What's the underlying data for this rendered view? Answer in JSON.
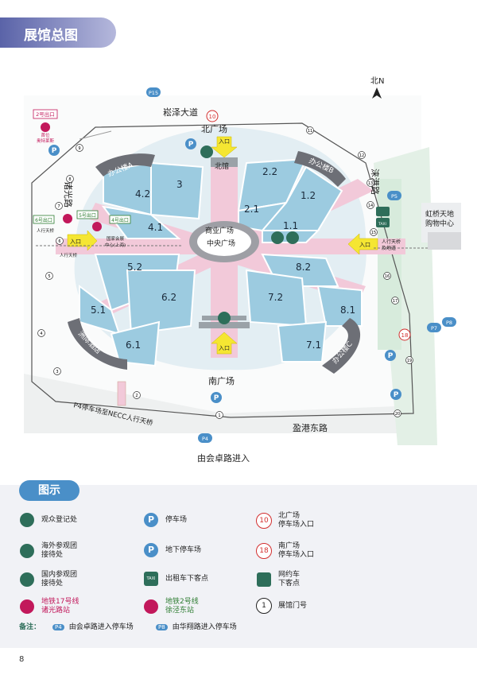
{
  "header": {
    "title": "展馆总图"
  },
  "map": {
    "north": "北N",
    "roads": {
      "north": "崧泽大道",
      "east": "涞港路",
      "west": "诸光路",
      "south": "盈港东路",
      "bridge": "P4停车场至NECC人行天桥",
      "south_entry": "由会卓路进入"
    },
    "plazas": {
      "north": "北广场",
      "south": "南广场",
      "commercial": "商业广场",
      "central": "中央广场",
      "north_hall": "北馆"
    },
    "halls": [
      "1.1",
      "1.2",
      "2.1",
      "2.2",
      "3",
      "4.1",
      "4.2",
      "5.1",
      "5.2",
      "6.1",
      "6.2",
      "7.1",
      "7.2",
      "8.1",
      "8.2"
    ],
    "offices": {
      "a": "办公楼A",
      "b": "办公楼B",
      "c": "办公楼C",
      "hotel": "洲际酒店"
    },
    "entrance": "入口",
    "entry_vertical": "入口",
    "parking": [
      "P15",
      "P5",
      "P7",
      "P8",
      "P4"
    ],
    "metro": {
      "exit2": "2号出口",
      "exit6": "6号出口",
      "exit5": "5号出口",
      "exit4": "4号出口",
      "shouwei": "首位\n奥特莱斯",
      "bridge_w": "人行天桥",
      "bridge_w2": "人行天桥",
      "necc": "国家会展\n中心(上海)"
    },
    "east_labels": {
      "hongqiao": "虹桥天地\n购物中心",
      "bridge_e": "人行天桥\n及地道",
      "taxi": "TAXI"
    },
    "gates": [
      "1",
      "2",
      "3",
      "4",
      "5",
      "6",
      "7",
      "8",
      "9",
      "10",
      "11",
      "12",
      "13",
      "14",
      "15",
      "16",
      "17",
      "18",
      "19",
      "20"
    ],
    "gate10": "10",
    "gate18": "18"
  },
  "legend": {
    "title": "图示",
    "items": [
      {
        "icon": "visitor-registration-icon",
        "text": "观众登记处"
      },
      {
        "icon": "parking-icon",
        "text": "停车场"
      },
      {
        "icon": "north-parking-entrance-icon",
        "text": "北广场\n停车场入口",
        "num": "10"
      },
      {
        "icon": "overseas-reception-icon",
        "text": "海外参观团\n接待处"
      },
      {
        "icon": "underground-parking-icon",
        "text": "地下停车场"
      },
      {
        "icon": "south-parking-entrance-icon",
        "text": "南广场\n停车场入口",
        "num": "18"
      },
      {
        "icon": "domestic-reception-icon",
        "text": "国内参观团\n接待处"
      },
      {
        "icon": "taxi-icon",
        "text": "出租车下客点",
        "tag": "TAXI"
      },
      {
        "icon": "ride-hailing-icon",
        "text": "网约车\n下客点"
      },
      {
        "icon": "metro-17-icon",
        "text": "地铁17号线\n诸光路站"
      },
      {
        "icon": "metro-2-icon",
        "text": "地铁2号线\n徐泾东站"
      },
      {
        "icon": "gate-number-icon",
        "text": "展馆门号",
        "num": "1"
      }
    ],
    "note_label": "备注：",
    "note1": "由会卓路进入停车场",
    "note1_tag": "P4",
    "note2": "由华翔路进入停车场",
    "note2_tag": "P8"
  },
  "page_number": "8",
  "colors": {
    "hall": "#9ccbe0",
    "path": "#f2c9d9",
    "accent": "#4a8fc8",
    "office": "#6d6f76",
    "entry": "#f5e632"
  }
}
